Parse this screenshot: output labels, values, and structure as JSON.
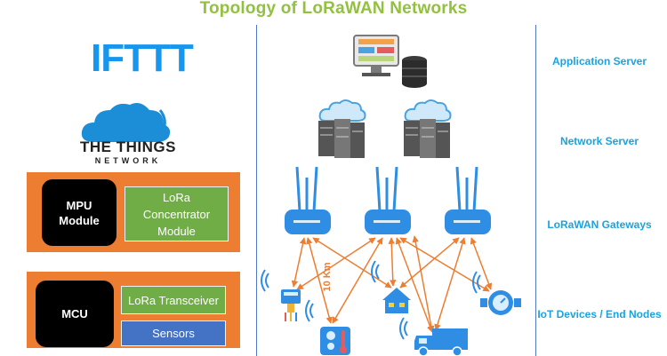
{
  "title": "Topology of LoRaWAN Networks",
  "logos": {
    "ifttt": "IFTTT",
    "ttn_line1": "THE THINGS",
    "ttn_line2": "NETWORK"
  },
  "gateway_module": {
    "mpu_label_1": "MPU",
    "mpu_label_2": "Module",
    "concentrator_1": "LoRa",
    "concentrator_2": "Concentrator",
    "concentrator_3": "Module"
  },
  "node_module": {
    "mcu_label": "MCU",
    "transceiver_label": "LoRa Transceiver",
    "sensors_label": "Sensors"
  },
  "distance_label": "10 Km",
  "layers": {
    "application": "Application Server",
    "network": "Network Server",
    "gateways": "LoRaWAN Gateways",
    "devices": "IoT Devices / End Nodes"
  },
  "colors": {
    "title": "#92c13e",
    "layer_labels": "#1aa3e0",
    "module_frame": "#ed7d31",
    "radio_links": "#ed7d31",
    "gateway": "#2f8de4"
  }
}
